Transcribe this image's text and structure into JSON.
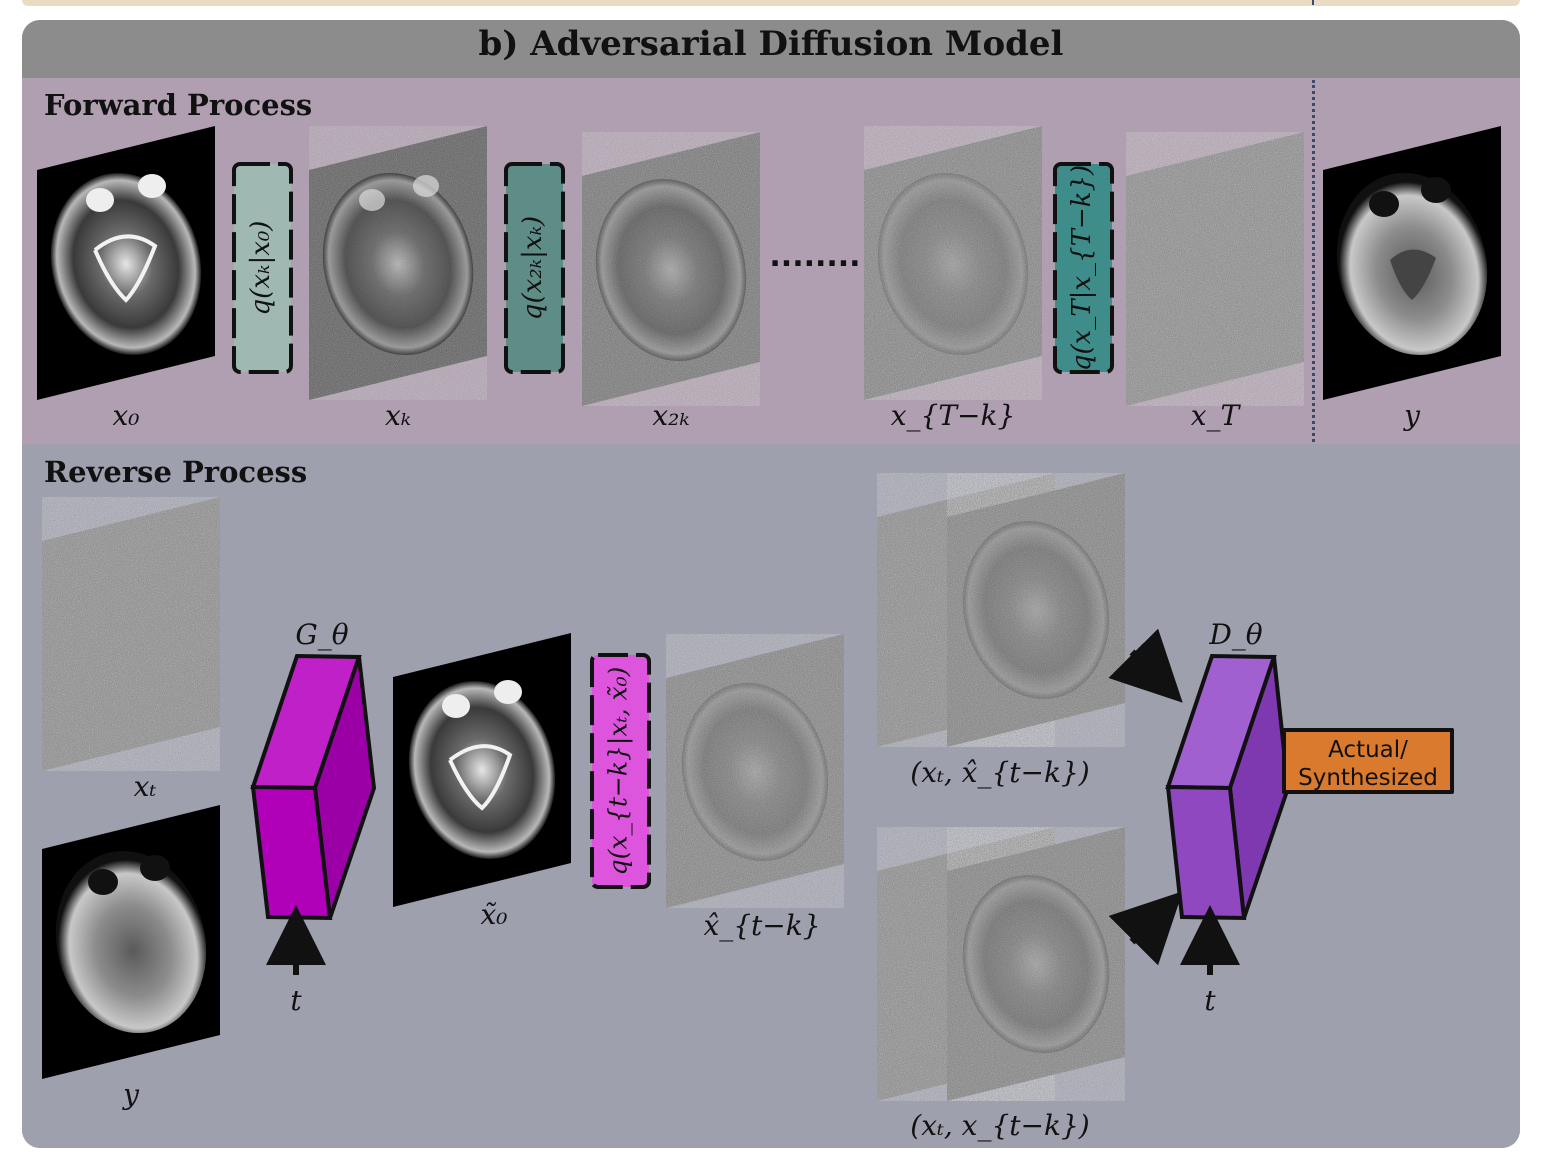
{
  "title": "b) Adversarial Diffusion Model",
  "forward": {
    "title": "Forward Process",
    "frames": {
      "x0": "x₀",
      "xk": "xₖ",
      "x2k": "x₂ₖ",
      "xTk": "x_{T−k}",
      "xT": "x_T",
      "y": "y"
    },
    "transitions": {
      "q1": "q(xₖ|x₀)",
      "q2": "q(x₂ₖ|xₖ)",
      "q3": "q(x_T|x_{T−k})"
    },
    "ellipsis": "........"
  },
  "reverse": {
    "title": "Reverse Process",
    "inputs": {
      "xt": "xₜ",
      "y": "y"
    },
    "generator": {
      "label": "G_θ",
      "time": "t"
    },
    "x0_tilde": "x̃₀",
    "posterior": "q(x_{t−k}|xₜ, x̃₀)",
    "xtk_hat": "x̂_{t−k}",
    "pair_fake": "(xₜ, x̂_{t−k})",
    "pair_real": "(xₜ, x_{t−k})",
    "discriminator": {
      "label": "D_θ",
      "time": "t"
    },
    "output": {
      "line1": "Actual/",
      "line2": "Synthesized"
    }
  },
  "colors": {
    "forward_bg": "#b09fb0",
    "reverse_bg": "#9ea0ae",
    "title_bar": "#8c8c8c",
    "q1_fill": "#9fb8b2",
    "q2_fill": "#5e8c86",
    "q3_fill": "#3f8d8a",
    "generator": "#b000b8",
    "posterior_fill": "#dd55dd",
    "discriminator": "#9048c0",
    "output_fill": "#d97a2e"
  }
}
